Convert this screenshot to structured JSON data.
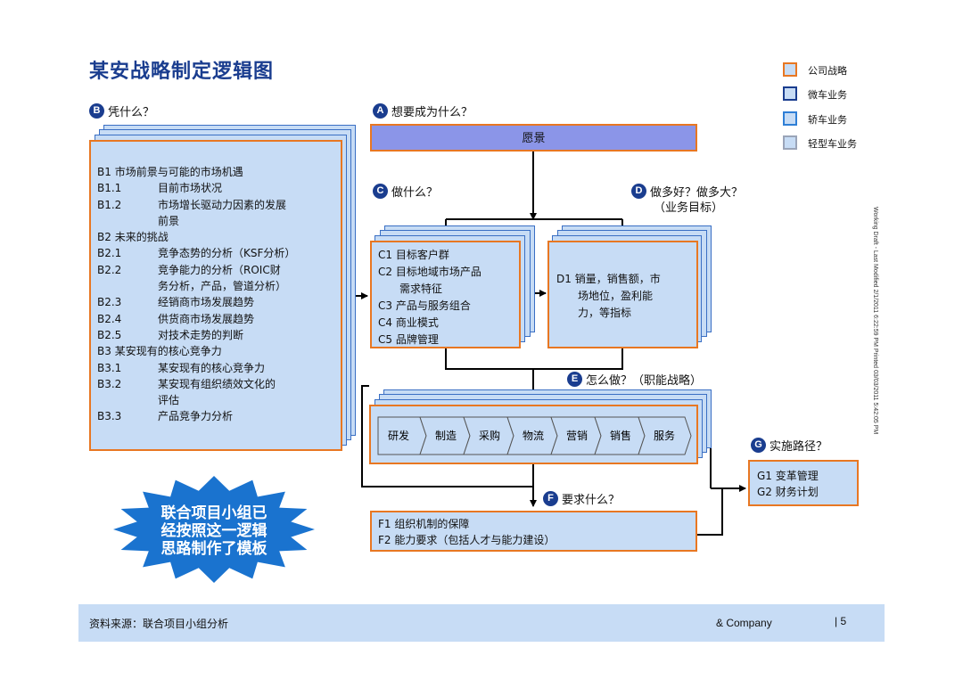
{
  "title": "某安战略制定逻辑图",
  "legend": [
    {
      "label": "公司战略",
      "color": "#c7dcf5",
      "border": "#e87722"
    },
    {
      "label": "微车业务",
      "color": "#c7dcf5",
      "border": "#1a3d8f"
    },
    {
      "label": "轿车业务",
      "color": "#c7dcf5",
      "border": "#2f7fd6"
    },
    {
      "label": "轻型车业务",
      "color": "#c7dcf5",
      "border": "#9aa4b8"
    }
  ],
  "questions": {
    "a": {
      "letter": "A",
      "text": "想要成为什么？"
    },
    "b": {
      "letter": "B",
      "text": "凭什么？"
    },
    "c": {
      "letter": "C",
      "text": "做什么？"
    },
    "d": {
      "letter": "D",
      "text": "做多好？做多大？",
      "sub": "（业务目标）"
    },
    "e": {
      "letter": "E",
      "text": "怎么做？（职能战略）"
    },
    "f": {
      "letter": "F",
      "text": "要求什么？"
    },
    "g": {
      "letter": "G",
      "text": "实施路径？"
    }
  },
  "vision": "愿景",
  "b_items": [
    {
      "code": "B1",
      "text": "市场前景与可能的市场机遇",
      "header": true
    },
    {
      "code": "B1.1",
      "text": "目前市场状况"
    },
    {
      "code": "B1.2",
      "text": "市场增长驱动力因素的发展"
    },
    {
      "code": "",
      "text": "前景"
    },
    {
      "code": "B2",
      "text": "未来的挑战",
      "header": true
    },
    {
      "code": "B2.1",
      "text": "竞争态势的分析（KSF分析）"
    },
    {
      "code": "B2.2",
      "text": "竞争能力的分析（ROIC财"
    },
    {
      "code": "",
      "text": "务分析，产品，管道分析）"
    },
    {
      "code": "B2.3",
      "text": "经销商市场发展趋势"
    },
    {
      "code": "B2.4",
      "text": "供货商市场发展趋势"
    },
    {
      "code": "B2.5",
      "text": "对技术走势的判断"
    },
    {
      "code": "B3",
      "text": "某安现有的核心竞争力",
      "header": true
    },
    {
      "code": "B3.1",
      "text": "某安现有的核心竞争力"
    },
    {
      "code": "B3.2",
      "text": "某安现有组织绩效文化的"
    },
    {
      "code": "",
      "text": "评估"
    },
    {
      "code": "B3.3",
      "text": "产品竞争力分析"
    }
  ],
  "c_items": [
    "C1 目标客户群",
    "C2 目标地域市场产品",
    "　　需求特征",
    "C3 产品与服务组合",
    "C4 商业模式",
    "C5 品牌管理"
  ],
  "d_items": [
    "D1 销量，销售额，市",
    "　　场地位，盈利能",
    "　　力，等指标"
  ],
  "value_chain": [
    "研发",
    "制造",
    "采购",
    "物流",
    "营销",
    "销售",
    "服务"
  ],
  "f_items": [
    "F1 组织机制的保障",
    "F2 能力要求（包括人才与能力建设）"
  ],
  "g_items": [
    "G1 变革管理",
    "G2 财务计划"
  ],
  "starburst_lines": [
    "联合项目小组已",
    "经按照这一逻辑",
    "思路制作了模板"
  ],
  "footer": {
    "source": "资料来源：联合项目小组分析",
    "company": "& Company",
    "page": "| 5"
  },
  "side_note": "Working Draft - Last Modified 2/1/2011 6:22:59 PM     Printed 03/03/2011 5:42:05 PM"
}
